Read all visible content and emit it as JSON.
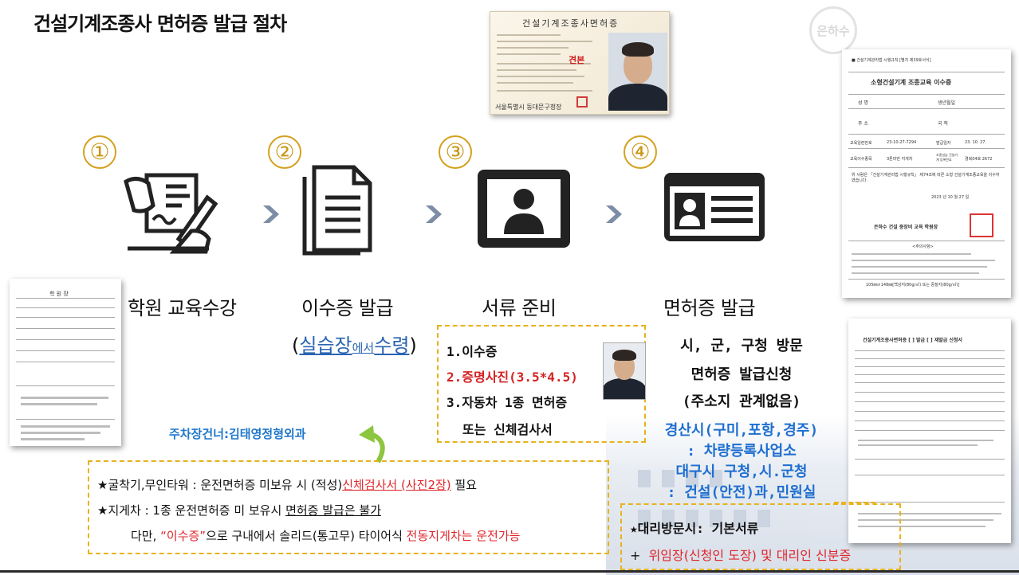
{
  "page": {
    "title": "건설기계조종사 면허증 발급 절차",
    "watermark": "은하수"
  },
  "license_card": {
    "heading": "건설기계조종사면허증",
    "copy_mark": "견본",
    "footer": "서울특별시 동대문구청장"
  },
  "steps": [
    {
      "number": "①",
      "label": "학원 교육수강",
      "icon": "contract-signing-icon"
    },
    {
      "number": "②",
      "label": "이수증 발급",
      "icon": "document-icon"
    },
    {
      "number": "③",
      "label": "서류 준비",
      "icon": "photo-id-icon"
    },
    {
      "number": "④",
      "label": "면허증 발급",
      "icon": "license-card-icon"
    }
  ],
  "step2_note": {
    "open": "(",
    "blue1": "실습장",
    "small": "에서",
    "blue2": "수령",
    "close": ")"
  },
  "step3_box": {
    "line1": "1.이수증",
    "line2": "2.증명사진(3.5*4.5)",
    "line3": "3.자동차 1종 면허증",
    "line4": "또는 신체검사서"
  },
  "step4_info": {
    "line1": "시, 군, 구청 방문",
    "line2": "면허증 발급신청",
    "line3": "(주소지 관계없음)",
    "line4": "경산시(구미,포항,경주)",
    "line5": ": 차량등록사업소",
    "line6": "대구시 구청,시.군청",
    "line7": ": 건설(안전)과,민원실"
  },
  "parking_note": "주차장건너:김태영정형외과",
  "bottom_box": {
    "line1_a": "★굴착기,무인타워 : 운전면허증 미보유 시 (적성)",
    "line1_red": "신체검사서 (사진2장)",
    "line1_b": " 필요",
    "line2_a": "★지게차 : 1종 운전면허증 미 보유시 ",
    "line2_u": "면허증 발급은 불가",
    "line3_a": "다만, ",
    "line3_red1": "“이수증”",
    "line3_b": "으로 구내에서 솔리드(통고무) 타이어식 ",
    "line3_red2": "전동지게차는 운전가능"
  },
  "proxy_box": {
    "line1": "★대리방문시: 기본서류",
    "line2_plus": "+",
    "line2": "위임장(신청인 도장) 및 대리인 신분증"
  },
  "documents": {
    "enroll_form_title": "학 원 장",
    "certificate_title": "소형건설기계 조종교육 이수증",
    "certificate_header": "■ 건설기계관리법 시행규칙 [별지 제39호서식]",
    "certificate_fields": [
      "성 명",
      "생년월일",
      "주 소",
      "국 적",
      "교육일련번호",
      "23-10-27-7294",
      "발급일자",
      "23. 10. 27.",
      "교육이수종목",
      "3톤미만 지게차",
      "조종실습 건설기계 등록번호",
      "경북04호 2672"
    ],
    "certificate_body": "위 사람은 「건설기계관리법 시행규칙」 제74조에 따른 소형 건설기계조종교육을 이수하였습니다.",
    "certificate_date": "2023 년   10 월   27 일",
    "certificate_issuer": "은하수 건설 중장비 교육 학원장",
    "certificate_notes_title": "<주의사항>",
    "certificate_size": "105㎜×148㎜[백상지(80g/㎡) 또는 중질지(80g/㎡)]",
    "application_title": "건설기계조종사면허증 [ ] 발급 [ ] 재발급 신청서"
  },
  "colors": {
    "accent_gold": "#d4a11e",
    "red": "#d42222",
    "blue": "#1d6ed0",
    "green_arrow": "#8cc63f",
    "chevron": "#7d8da6"
  }
}
